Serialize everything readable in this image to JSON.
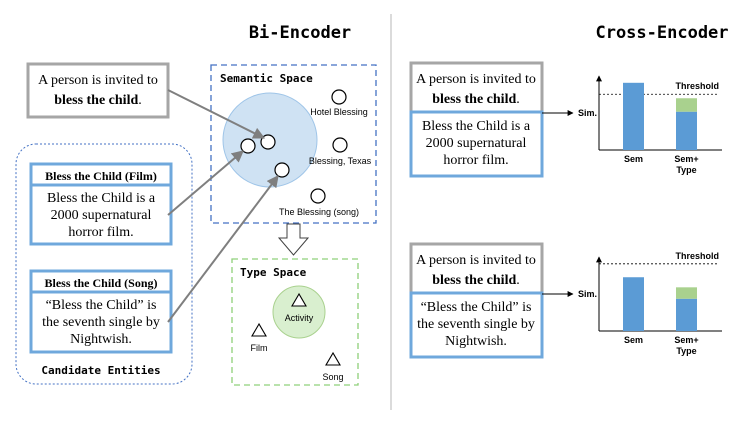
{
  "bi_encoder": {
    "title": "Bi-Encoder",
    "mention": {
      "line1": "A person is invited to",
      "line2": "bless the child",
      "line2_suffix": "."
    },
    "candidates": {
      "label": "Candidate Entities",
      "film": {
        "title": "Bless the Child (Film)",
        "lines": [
          "Bless the Child is a",
          "2000 supernatural",
          "horror film."
        ]
      },
      "song": {
        "title": "Bless the Child (Song)",
        "lines": [
          "“Bless the Child” is",
          "the seventh single by",
          "Nightwish."
        ]
      }
    },
    "semantic_space": {
      "title": "Semantic Space",
      "labels": [
        "Hotel Blessing",
        "Blessing, Texas",
        "The Blessing (song)"
      ]
    },
    "type_space": {
      "title": "Type Space",
      "labels": [
        "Activity",
        "Film",
        "Song"
      ]
    }
  },
  "cross_encoder": {
    "title": "Cross-Encoder",
    "pairs": [
      {
        "mention": {
          "line1": "A person is invited to",
          "line2": "bless the child",
          "line2_suffix": "."
        },
        "entity_lines": [
          "Bless the Child is a",
          "2000 supernatural",
          "horror film."
        ],
        "sim_label": "Sim.",
        "chart": {
          "threshold_label": "Threshold",
          "categories": [
            "Sem",
            "Sem+\nType"
          ],
          "cat_labels": [
            [
              "Sem"
            ],
            [
              "Sem+",
              "Type"
            ]
          ],
          "values_sem": [
            1.0,
            0.57
          ],
          "values_type": [
            0,
            0.2
          ],
          "threshold": 0.83
        }
      },
      {
        "mention": {
          "line1": "A person is invited to",
          "line2": "bless the child",
          "line2_suffix": "."
        },
        "entity_lines": [
          "“Bless the Child” is",
          "the seventh single by",
          "Nightwish."
        ],
        "sim_label": "Sim.",
        "chart": {
          "threshold_label": "Threshold",
          "categories": [
            "Sem",
            "Sem+\nType"
          ],
          "cat_labels": [
            [
              "Sem"
            ],
            [
              "Sem+",
              "Type"
            ]
          ],
          "values_sem": [
            0.8,
            0.48
          ],
          "values_type": [
            0,
            0.17
          ],
          "threshold": 1.0
        }
      }
    ]
  },
  "colors": {
    "box_border": "#a6a6a6",
    "blue_border": "#6fa8dc",
    "dash_blue": "#4472c4",
    "dash_green": "#8fd07a",
    "bar_blue": "#5b9bd5",
    "bar_green": "#a9d18e",
    "circle_fill": "#cfe2f3",
    "green_fill": "#d9efcf",
    "arrow": "#808080"
  }
}
